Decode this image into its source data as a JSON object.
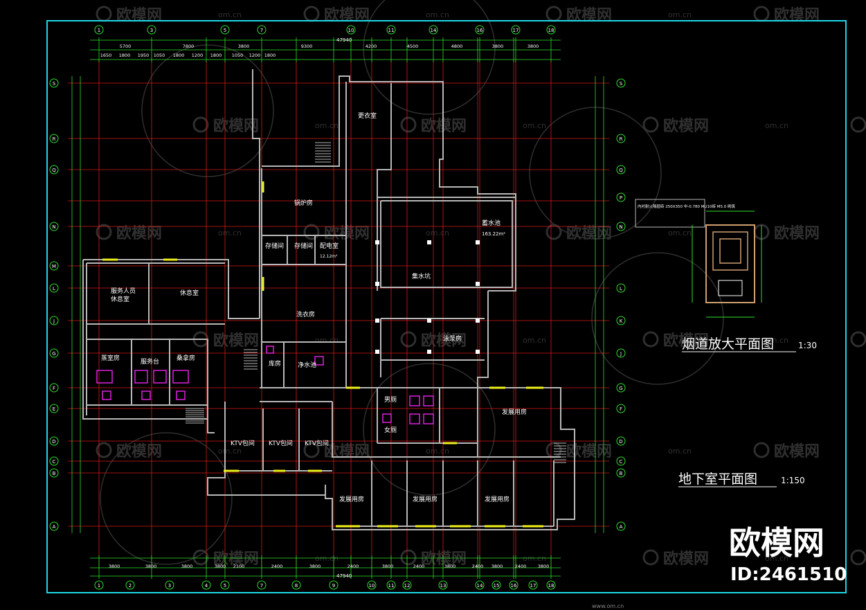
{
  "colors": {
    "background": "#000000",
    "frame": "#1ed8e8",
    "wall": "#b8b8b8",
    "grid": "#d81818",
    "dim": "#2ee02e",
    "text": "#ffffff",
    "yellow": "#f2f21a",
    "magenta": "#e020e0",
    "watermark": "#d7d7d7"
  },
  "top_axes": [
    "1",
    "3",
    "5",
    "7",
    "10",
    "11",
    "14",
    "16",
    "17",
    "18"
  ],
  "bottom_axes": [
    "1",
    "2",
    "3",
    "4",
    "5",
    "7",
    "8",
    "9",
    "10",
    "11",
    "12",
    "13",
    "14",
    "15",
    "16",
    "17",
    "18"
  ],
  "left_axes": [
    "S",
    "R",
    "Q",
    "N",
    "M",
    "L",
    "J",
    "G",
    "F",
    "E",
    "D",
    "C",
    "B",
    "A"
  ],
  "right_axes": [
    "S",
    "R",
    "Q",
    "P",
    "N",
    "L",
    "K",
    "J",
    "G",
    "F",
    "D",
    "C",
    "B",
    "A"
  ],
  "top_dims_main": [
    "5700",
    "7800",
    "3800",
    "9300",
    "4200",
    "4500",
    "4800",
    "3800",
    "3800"
  ],
  "top_total": "47940",
  "top_dims_detail": [
    "1650",
    "1800",
    "1950",
    "1050",
    "1800",
    "1200",
    "1800",
    "1050",
    "1200",
    "1800"
  ],
  "bottom_dims": [
    "3800",
    "3800",
    "3800",
    "3800",
    "2100",
    "2400",
    "3800",
    "2400",
    "3800",
    "2400",
    "3800",
    "2400",
    "3800",
    "2400",
    "3800"
  ],
  "bottom_total": "47940",
  "rooms": [
    {
      "key": "r1",
      "label": "更衣室"
    },
    {
      "key": "r2",
      "label": "锅炉房"
    },
    {
      "key": "r3",
      "label": "蓄水池"
    },
    {
      "key": "r3a",
      "label": "163.22m²"
    },
    {
      "key": "r4",
      "label": "存储间"
    },
    {
      "key": "r5",
      "label": "存储间"
    },
    {
      "key": "r6",
      "label": "配电室"
    },
    {
      "key": "r6a",
      "label": "12.12m²"
    },
    {
      "key": "r7",
      "label": "集水坑"
    },
    {
      "key": "r8",
      "label": "服务人员"
    },
    {
      "key": "r8a",
      "label": "休息室"
    },
    {
      "key": "r9",
      "label": "休息室"
    },
    {
      "key": "r10",
      "label": "洗衣房"
    },
    {
      "key": "r11",
      "label": "泳泵房"
    },
    {
      "key": "r12",
      "label": "库房"
    },
    {
      "key": "r13",
      "label": "净水池"
    },
    {
      "key": "r14",
      "label": "蒸室房"
    },
    {
      "key": "r15",
      "label": "服务台"
    },
    {
      "key": "r16",
      "label": "桑拿房"
    },
    {
      "key": "r17",
      "label": "男厕"
    },
    {
      "key": "r18",
      "label": "女厕"
    },
    {
      "key": "r19",
      "label": "发展用房"
    },
    {
      "key": "r20",
      "label": "KTV包间"
    },
    {
      "key": "r21",
      "label": "KTV包间"
    },
    {
      "key": "r22",
      "label": "KTV包间"
    },
    {
      "key": "r23",
      "label": "发展用房"
    },
    {
      "key": "r24",
      "label": "发展用房"
    },
    {
      "key": "r25",
      "label": "发展用房"
    }
  ],
  "drawing_titles": {
    "chimney": "烟道放大平面图",
    "chimney_scale": "1:30",
    "basement": "地下室平面图",
    "basement_scale": "1:150"
  },
  "chimney_note": "内衬耐火隔层砖 250X350 中-0.780 MU10砖 M5.0 砌筑",
  "brand": {
    "logo_text": "欧模网",
    "id_text": "ID:2461510",
    "site_text": "www.om.cn",
    "site_short": "om.cn"
  }
}
